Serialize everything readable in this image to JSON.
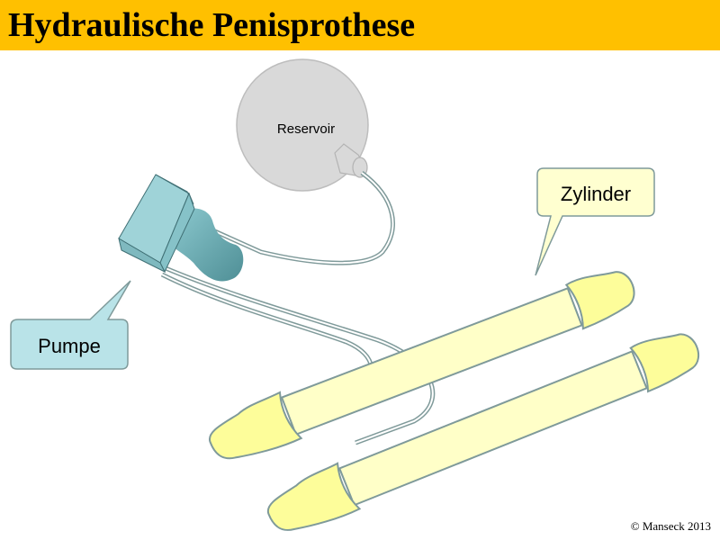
{
  "title": "Hydraulische Penisprothese",
  "labels": {
    "reservoir": "Reservoir",
    "pumpe": "Pumpe",
    "zylinder": "Zylinder"
  },
  "copyright": "© Manseck 2013",
  "colors": {
    "title_bar": "#ffc000",
    "reservoir": "#d9d9d9",
    "pump": "#9fd3d8",
    "cylinder": "#ffffc0",
    "cylinder_cap": "#fdfd9a",
    "callout": "#b9e3e8",
    "zylinder_callout": "#ffffd0",
    "outline": "#7f9a9a"
  }
}
